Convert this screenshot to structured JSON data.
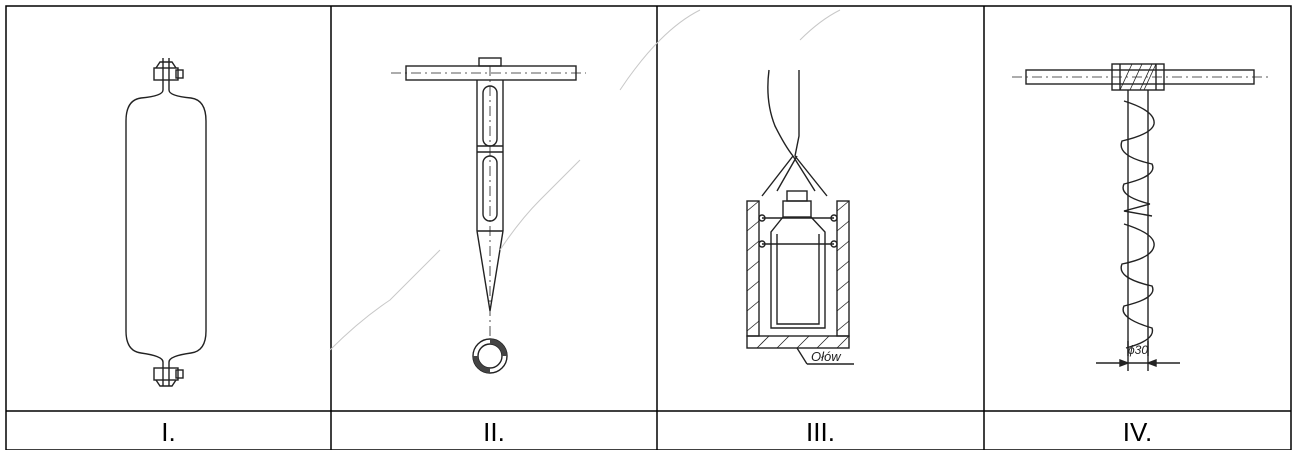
{
  "panels": [
    {
      "caption": "I.",
      "object": "gas sampling bulb with stopcocks"
    },
    {
      "caption": "II.",
      "object": "sampling tube with T-handle"
    },
    {
      "caption": "III.",
      "object": "weighted bottle sampler"
    },
    {
      "caption": "IV.",
      "object": "auger with T-handle"
    }
  ],
  "labels": {
    "lead": "Ołów",
    "diameter": "ϕ30"
  }
}
